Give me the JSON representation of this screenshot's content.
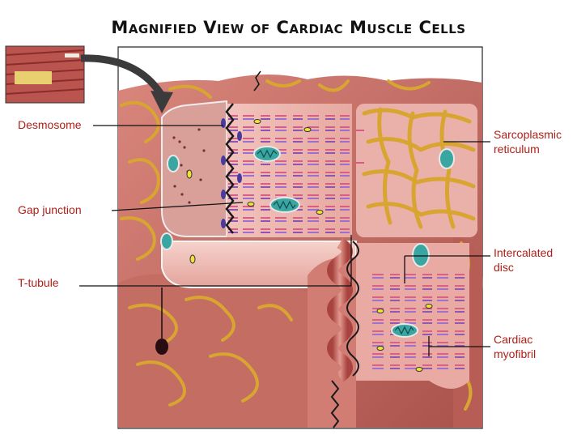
{
  "title": "Magnified View of Cardiac Muscle Cells",
  "labels": {
    "desmosome": "Desmosome",
    "gap_junction": "Gap junction",
    "t_tubule": "T-tubule",
    "sarcoplasmic_1": "Sarcoplasmic",
    "sarcoplasmic_2": "reticulum",
    "intercalated_1": "Intercalated",
    "intercalated_2": "disc",
    "myofibril_1": "Cardiac",
    "myofibril_2": "myofibril"
  },
  "colors": {
    "label_text": "#b01e18",
    "tissue": "#c9736a",
    "tissue_dark": "#8d3b36",
    "reticulum": "#d8a531",
    "myofibril_band": "#d65a83",
    "mitochondrion": "#3aa6a2"
  }
}
